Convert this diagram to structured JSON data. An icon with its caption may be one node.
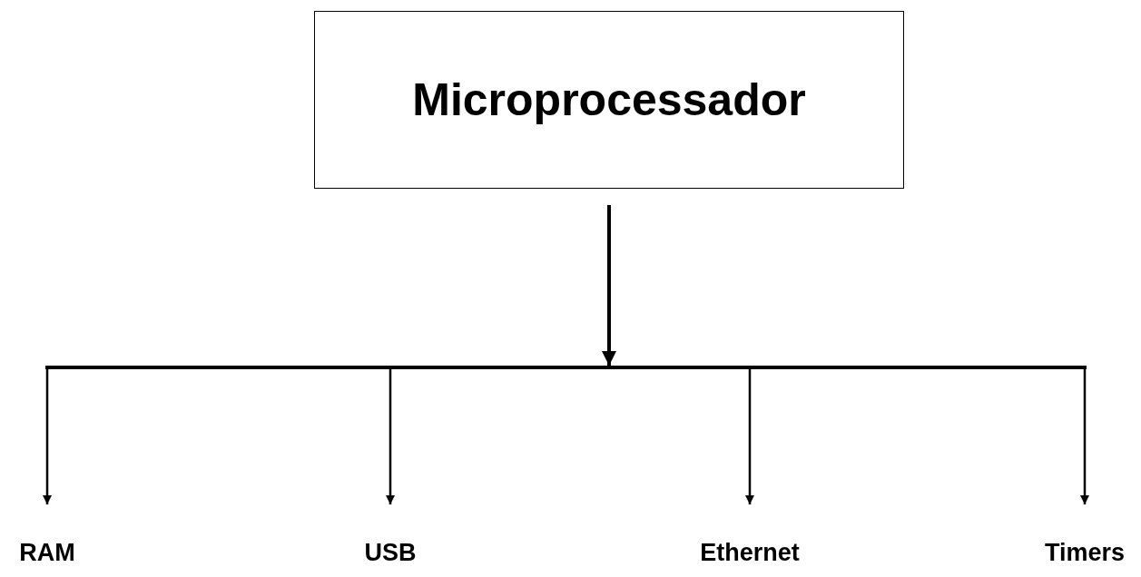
{
  "diagram": {
    "nodes": [
      {
        "text": [
          "Microprocessador"
        ]
      },
      {
        "text": [
          "RAM"
        ]
      },
      {
        "text": [
          "USB"
        ]
      },
      {
        "text": [
          "Ethernet"
        ]
      },
      {
        "text": [
          "Timers"
        ]
      }
    ],
    "edges": [
      {
        "from": 0,
        "to": 1,
        "arrow": "to"
      },
      {
        "from": 0,
        "to": 2,
        "arrow": "to"
      },
      {
        "from": 0,
        "to": 3,
        "arrow": "to"
      },
      {
        "from": 0,
        "to": 4,
        "arrow": "to"
      }
    ]
  }
}
